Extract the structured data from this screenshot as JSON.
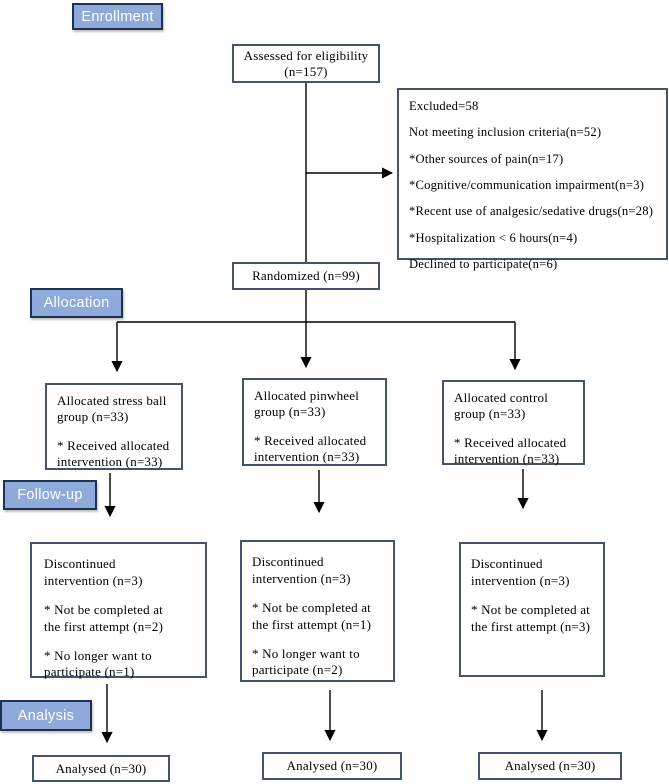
{
  "stage_labels": {
    "enrollment": "Enrollment",
    "allocation": "Allocation",
    "followup": "Follow-up",
    "analysis": "Analysis"
  },
  "boxes": {
    "assessed": {
      "line1": "Assessed for eligibility",
      "line2": "(n=157)"
    },
    "excluded": {
      "lines": [
        "Excluded=58",
        "Not meeting inclusion criteria(n=52)",
        "*Other sources of pain(n=17)",
        "*Cognitive/communication impairment(n=3)",
        "*Recent use of analgesic/sedative drugs(n=28)",
        "*Hospitalization < 6 hours(n=4)",
        "Declined to participate(n=6)"
      ]
    },
    "randomized": {
      "text": "Randomized (n=99)"
    },
    "allocated_stress": {
      "p1": "Allocated stress ball group (n=33)",
      "p2": "* Received allocated intervention (n=33)"
    },
    "allocated_pinwheel": {
      "p1": "Allocated pinwheel group (n=33)",
      "p2": "* Received allocated intervention (n=33)"
    },
    "allocated_control": {
      "p1": "Allocated control group (n=33)",
      "p2": "* Received allocated intervention (n=33)"
    },
    "discontinued_stress": {
      "p1": "Discontinued intervention (n=3)",
      "p2": "* Not be completed at the first attempt (n=2)",
      "p3": "* No longer want to participate (n=1)"
    },
    "discontinued_pinwheel": {
      "p1": "Discontinued intervention (n=3)",
      "p2": "* Not be completed at the first attempt (n=1)",
      "p3": "* No longer want to participate (n=2)"
    },
    "discontinued_control": {
      "p1": "Discontinued intervention (n=3)",
      "p2": "* Not be completed at the first attempt (n=3)"
    },
    "analysed_stress": {
      "text": "Analysed (n=30)"
    },
    "analysed_pinwheel": {
      "text": "Analysed (n=30)"
    },
    "analysed_control": {
      "text": "Analysed (n=30)"
    }
  },
  "colors": {
    "label_fill": "#8EAADB",
    "label_border": "#1F3250",
    "label_text": "#FFFFFF",
    "box_border": "#44546A",
    "line": "#000000"
  }
}
